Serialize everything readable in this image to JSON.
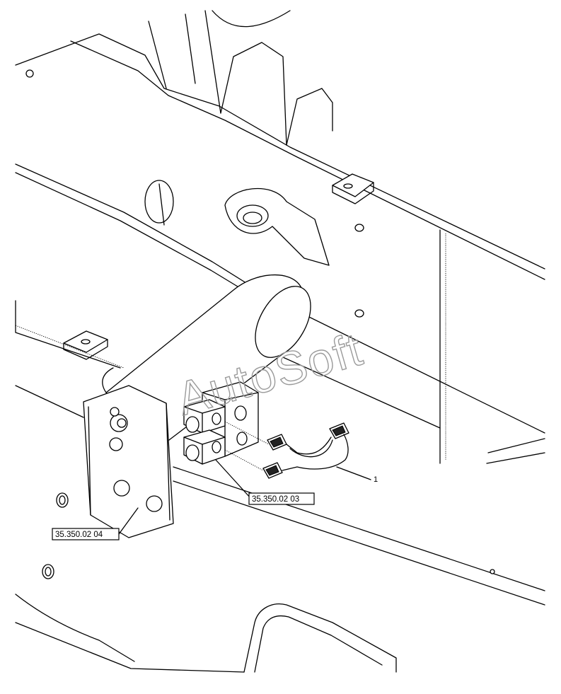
{
  "watermark": "AutoSoft",
  "references": [
    {
      "id": "ref-35-350-02-03",
      "label": "35.350.02 03"
    },
    {
      "id": "ref-35-350-02-04",
      "label": "35.350.02 04"
    }
  ],
  "callouts": [
    {
      "id": "callout-1",
      "label": "1"
    }
  ]
}
